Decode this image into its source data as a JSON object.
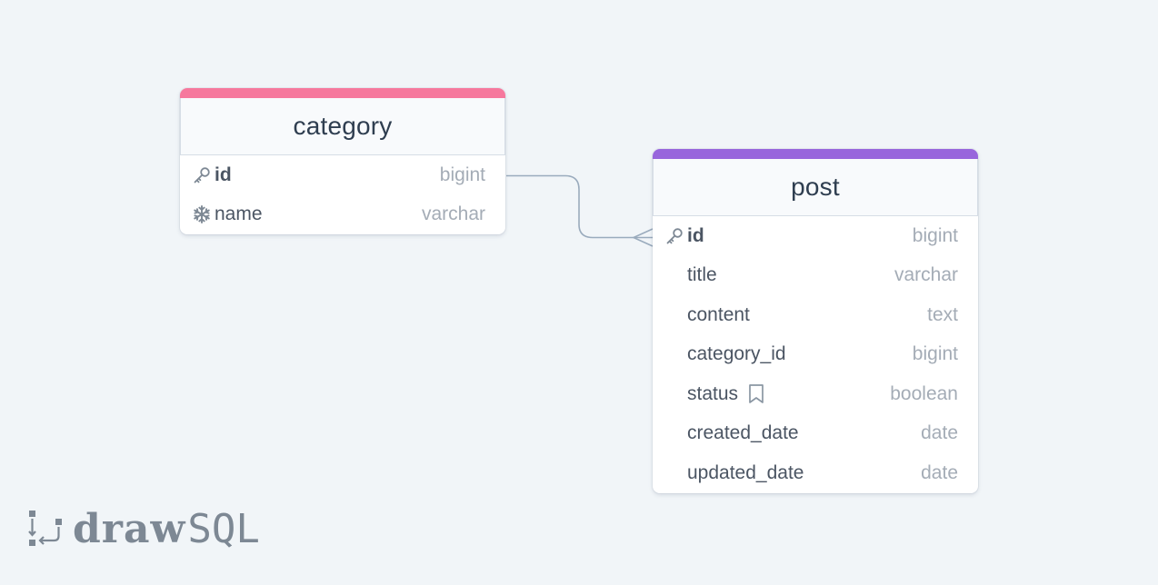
{
  "colors": {
    "background": "#f1f5f8",
    "category_accent": "#f6789d",
    "post_accent": "#9866dc",
    "relation_line": "#9aabbd"
  },
  "tables": {
    "category": {
      "name": "category",
      "accent_color": "#f6789d",
      "columns": [
        {
          "name": "id",
          "type": "bigint",
          "primary": true,
          "icon": "key-icon"
        },
        {
          "name": "name",
          "type": "varchar",
          "primary": false,
          "icon": "snowflake-icon"
        }
      ]
    },
    "post": {
      "name": "post",
      "accent_color": "#9866dc",
      "columns": [
        {
          "name": "id",
          "type": "bigint",
          "primary": true,
          "icon": "key-icon"
        },
        {
          "name": "title",
          "type": "varchar",
          "primary": false,
          "icon": ""
        },
        {
          "name": "content",
          "type": "text",
          "primary": false,
          "icon": ""
        },
        {
          "name": "category_id",
          "type": "bigint",
          "primary": false,
          "icon": ""
        },
        {
          "name": "status",
          "type": "boolean",
          "primary": false,
          "icon": "",
          "trailing_icon": "bookmark-icon"
        },
        {
          "name": "created_date",
          "type": "date",
          "primary": false,
          "icon": ""
        },
        {
          "name": "updated_date",
          "type": "date",
          "primary": false,
          "icon": ""
        }
      ]
    }
  },
  "relations": [
    {
      "from": "category.id",
      "to": "post.id",
      "from_cardinality": "one",
      "to_cardinality": "many"
    }
  ],
  "brand": {
    "word_bold": "draw",
    "word_light": "SQL",
    "logo_icon": "drawsql-logo-icon"
  }
}
